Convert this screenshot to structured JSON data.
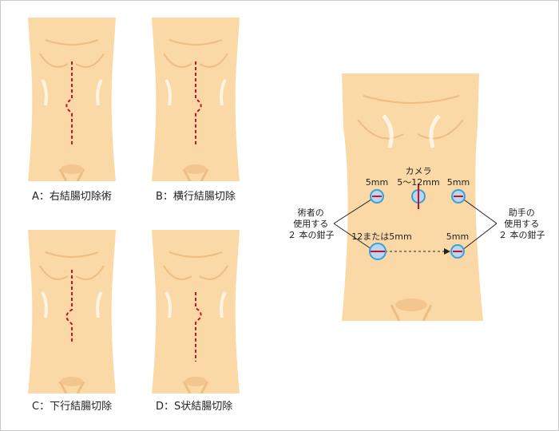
{
  "panels": [
    {
      "caption": "A：右結腸切除術"
    },
    {
      "caption": "B：横行結腸切除"
    },
    {
      "caption": "C：下行結腸切除"
    },
    {
      "caption": "D：S状結腸切除"
    }
  ],
  "port_diagram": {
    "camera_label_line1": "カメラ",
    "camera_label_line2": "5～12mm",
    "port_top_left": "5mm",
    "port_top_right": "5mm",
    "port_bottom_left": "12または5mm",
    "port_bottom_right": "5mm",
    "surgeon_label": [
      "術者の",
      "使用する",
      "２ 本の鉗子"
    ],
    "assistant_label": [
      "助手の",
      "使用する",
      "２ 本の鉗子"
    ]
  },
  "colors": {
    "skin": "#fbd9a6",
    "skin_shadow": "#eebd83",
    "incision": "#c8102e",
    "port_ring": "#3aa1d8",
    "port_fill": "#b9d6ee",
    "frame": "#c9c9c9"
  }
}
